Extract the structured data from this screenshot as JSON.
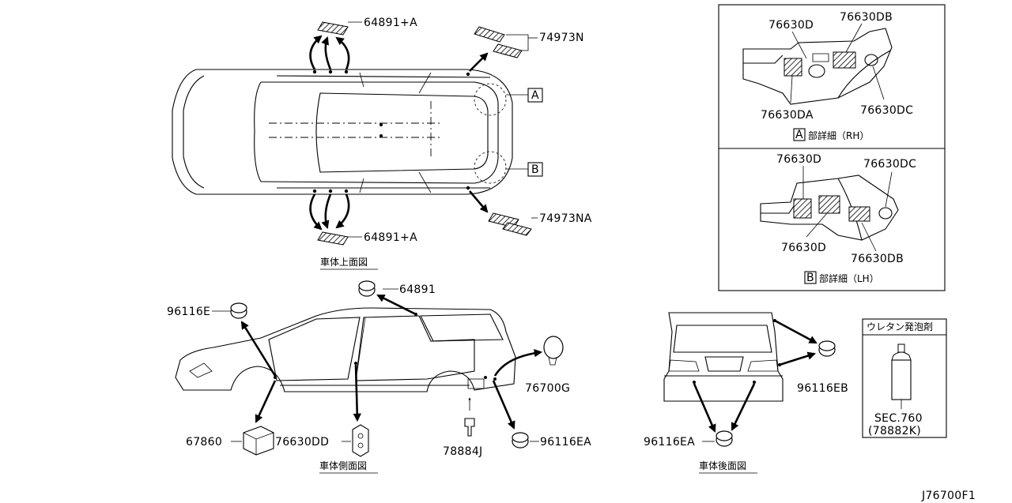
{
  "diagram_id": "J76700F1",
  "callouts": {
    "roof_front": "64891+A",
    "roof_front_lower": "64891+A",
    "roof_rear": "74973N",
    "roof_rear_lower": "74973NA",
    "side_top": "64891",
    "side_front": "96116E",
    "side_sill": "67860",
    "side_pillar": "76630DD",
    "side_plug": "78884J",
    "side_rear_plug": "96116EA",
    "fuel_lid": "76700G",
    "rear_right": "96116EB",
    "rear_bottom": "96116EA",
    "detail_a_1": "76630D",
    "detail_a_2": "76630DB",
    "detail_a_3": "76630DA",
    "detail_a_4": "76630DC",
    "detail_b_1": "76630D",
    "detail_b_2": "76630DC",
    "detail_b_3": "76630D",
    "detail_b_4": "76630DB",
    "foam_title": "ウレタン発泡剤",
    "foam_sec": "SEC.760",
    "foam_part": "(78882K)"
  },
  "markers": {
    "a": "A",
    "b": "B"
  },
  "captions": {
    "top_view": "車体上面図",
    "side_view": "車体側面図",
    "rear_view": "車体後面図",
    "detail_a": "部詳細（RH）",
    "detail_b": "部詳細（LH）"
  }
}
